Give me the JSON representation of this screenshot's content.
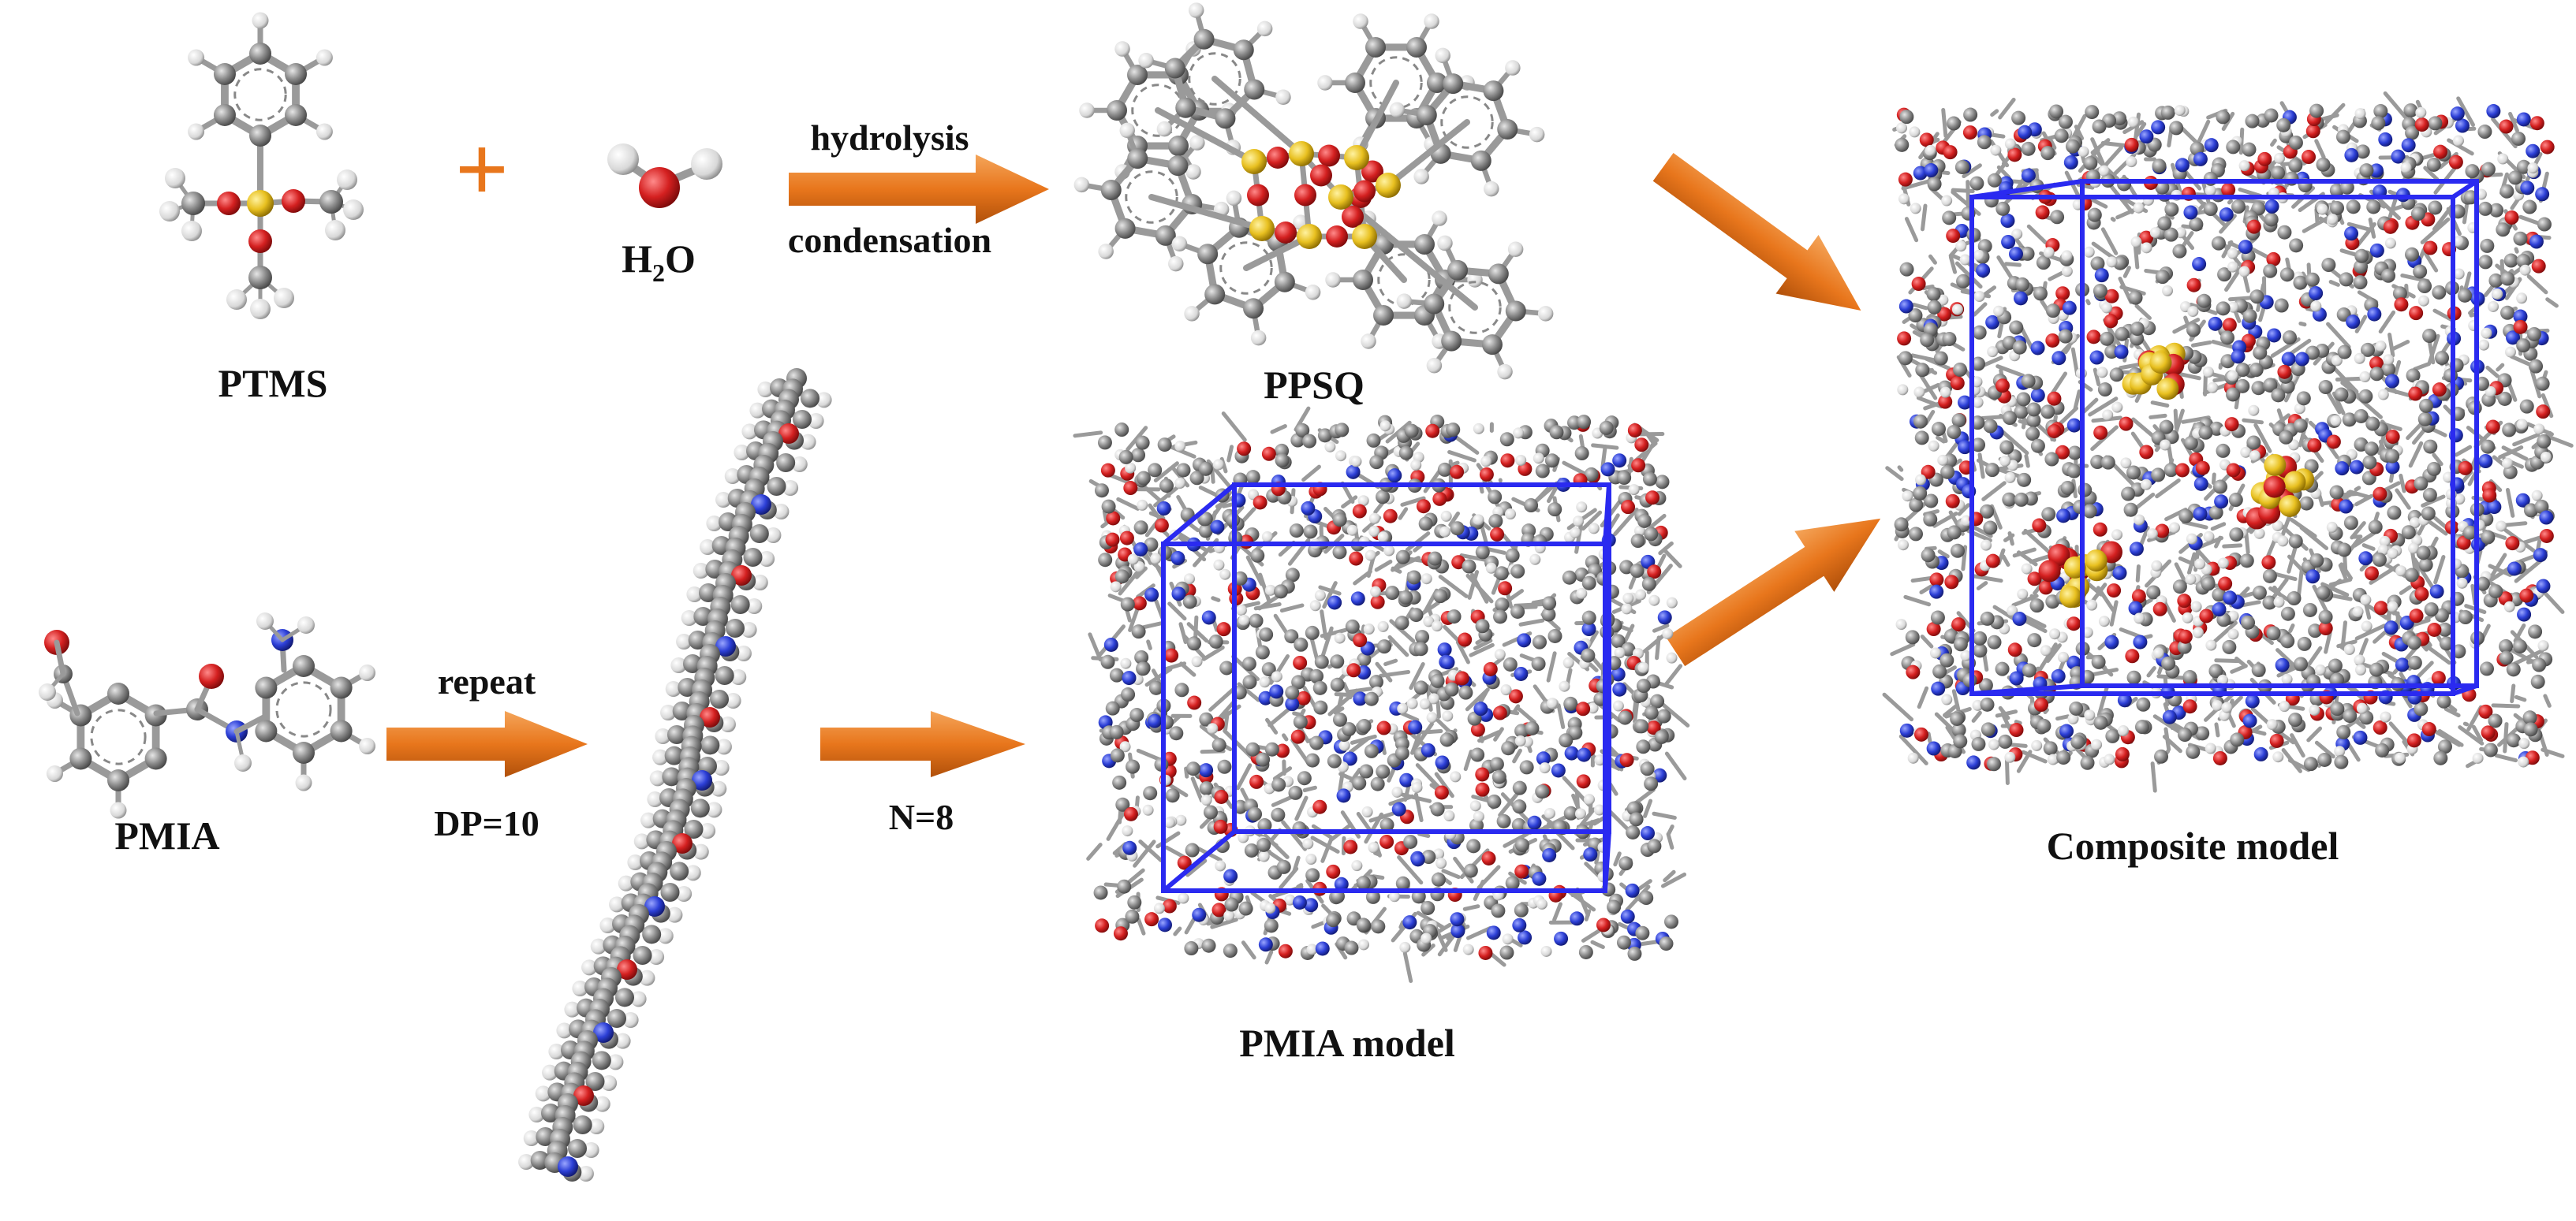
{
  "labels": {
    "ptms": "PTMS",
    "h2o_h": "H",
    "h2o_sub": "2",
    "h2o_o": "O",
    "hydrolysis": "hydrolysis",
    "condensation": "condensation",
    "ppsq": "PPSQ",
    "pmia": "PMIA",
    "repeat": "repeat",
    "dp": "DP=10",
    "n": "N=8",
    "pmia_model": "PMIA model",
    "composite_model": "Composite model",
    "plus": "+"
  },
  "colors": {
    "carbon": "#8a8a8a",
    "hydrogen": "#e8e8e8",
    "oxygen": "#d42020",
    "nitrogen": "#2c3fd6",
    "silicon": "#e8c020",
    "box": "#2a2af0",
    "arrow": "#e8761c",
    "text": "#111111"
  },
  "icons": {
    "arrows": "orange-block-arrow",
    "molecules": "ball-and-stick-model",
    "cells": "periodic-simulation-box"
  }
}
